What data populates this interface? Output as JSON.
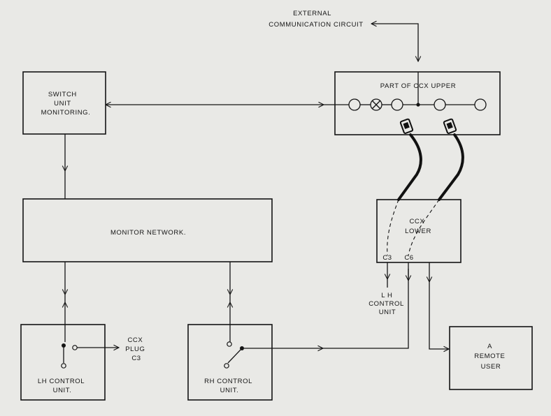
{
  "labels": {
    "external_circuit": [
      "EXTERNAL",
      "COMMUNICATION CIRCUIT"
    ],
    "switch_unit": [
      "SWITCH",
      "UNIT",
      "MONITORING."
    ],
    "ccx_upper": "PART OF CCX  UPPER",
    "monitor_network": "MONITOR  NETWORK.",
    "ccx_lower": [
      "CCX",
      "LOWER"
    ],
    "c3": "C3",
    "c6": "C6",
    "lh_control_target": [
      "L H",
      "CONTROL",
      "UNIT"
    ],
    "lh_control_unit": [
      "LH CONTROL",
      "UNIT."
    ],
    "ccx_plug": [
      "CCX",
      "PLUG",
      "C3"
    ],
    "rh_control_unit": [
      "RH CONTROL",
      "UNIT."
    ],
    "remote_user": [
      "A",
      "REMOTE",
      "USER"
    ]
  },
  "colors": {
    "ink": "#141414",
    "paper": "#e9e9e6"
  }
}
